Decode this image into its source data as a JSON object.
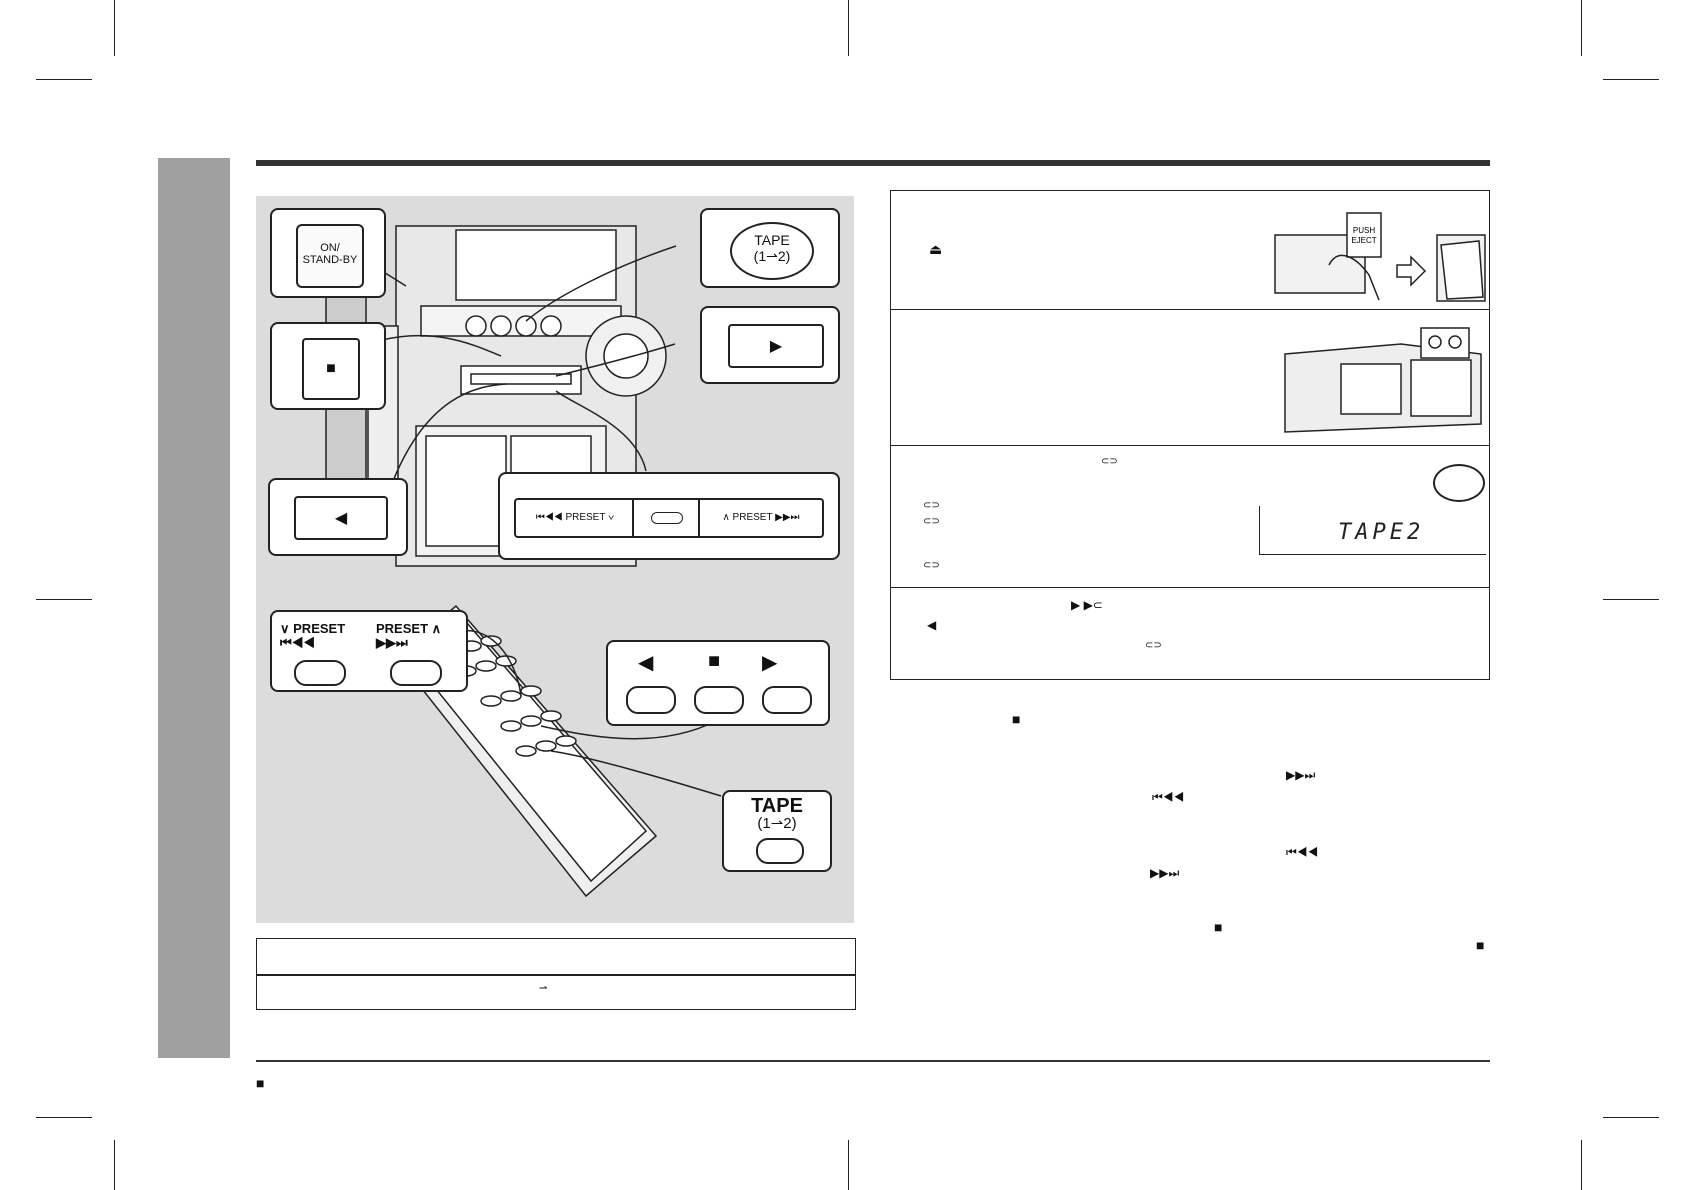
{
  "figure": {
    "on_standby_label": "ON/\nSTAND-BY",
    "tape_label": "TAPE",
    "tape_sub": "(1⇀2)",
    "stop_symbol": "■",
    "play_symbol": "▶",
    "reverse_symbol": "◀",
    "preset_down_label": "PRESET",
    "preset_up_label": "PRESET",
    "skip_back_symbol": "⏮◀◀",
    "skip_fwd_symbol": "▶▶⏭",
    "remote_preset_down": "PRESET",
    "remote_preset_up": "PRESET",
    "remote_tape_label": "TAPE",
    "remote_tape_sub": "(1⇀2)"
  },
  "steps": {
    "step1_eject_symbol": "⏏",
    "step1_push_label": "PUSH",
    "step1_eject_label": "EJECT",
    "step3_mode_symbol": "⊂⊃",
    "step3_display_text": "TAPE2",
    "step4_play_symbols": "▶ ▶⊂",
    "step4_reverse_symbol": "◀"
  },
  "notes": {
    "stop_symbol": "■",
    "fwd_symbol": "▶▶⏭",
    "back_symbol": "⏮◀◀"
  },
  "table": {
    "arrow_symbol": "⇀"
  },
  "footer": {
    "bullet_symbol": "■"
  }
}
